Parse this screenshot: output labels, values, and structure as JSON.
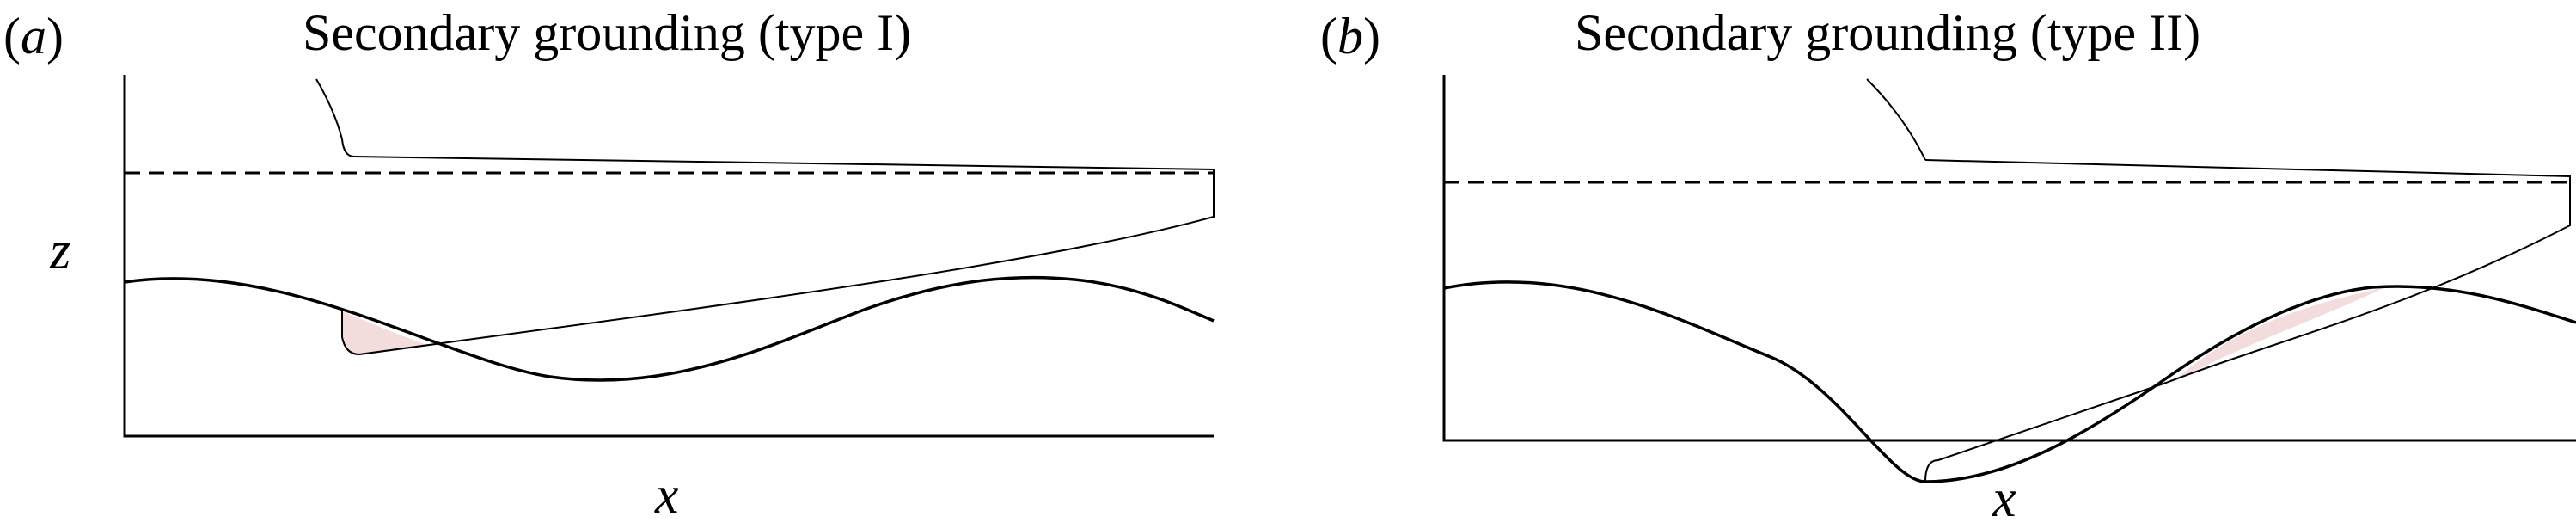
{
  "panels": [
    {
      "label": "(a)",
      "label_letter": "a",
      "title": "Secondary grounding (type I)",
      "xlabel": "x",
      "ylabel": "z"
    },
    {
      "label": "(b)",
      "label_letter": "b",
      "title": "Secondary grounding (type II)",
      "xlabel": "x",
      "ylabel": ""
    }
  ],
  "colors": {
    "line": "#000000",
    "grounded_fill": "#f2dcdc",
    "background": "#ffffff"
  }
}
